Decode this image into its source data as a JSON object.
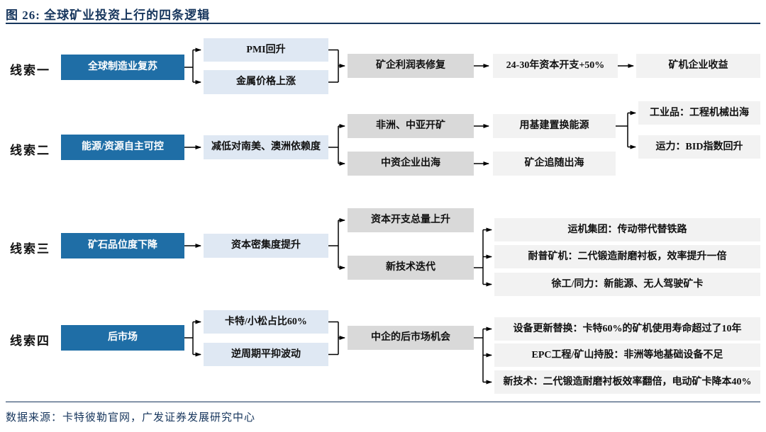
{
  "figure": {
    "title": "图 26: 全球矿业投资上行的四条逻辑",
    "source": "数据来源：卡特彼勒官网，广发证券发展研究中心"
  },
  "colors": {
    "title_navy": "#17365D",
    "root_blue": "#1F6EA6",
    "branch_light_blue": "#DFE8F3",
    "node_gray": "#D9D9D9",
    "node_light_gray": "#F2F2F2",
    "line_black": "#000000"
  },
  "rows": [
    {
      "label": "线索一",
      "root": "全球制造业复苏",
      "branches": [
        "PMI回升",
        "金属价格上涨"
      ],
      "mid": "矿企利润表修复",
      "then": "24-30年资本开支+50%",
      "outcome": "矿机企业收益"
    },
    {
      "label": "线索二",
      "root": "能源/资源自主可控",
      "step": "减低对南美、澳洲依赖度",
      "paths": [
        {
          "from": "非洲、中亚开矿",
          "to": "用基建置换能源",
          "outcomes": [
            "工业品：工程机械出海",
            "运力：BID指数回升"
          ]
        },
        {
          "from": "中资企业出海",
          "to": "矿企追随出海"
        }
      ]
    },
    {
      "label": "线索三",
      "root": "矿石品位度下降",
      "step": "资本密集度提升",
      "branches": [
        "资本开支总量上升",
        "新技术迭代"
      ],
      "outcomes": [
        "运机集团：传动带代替铁路",
        "耐普矿机：二代锻造耐磨衬板，效率提升一倍",
        "徐工/同力：新能源、无人驾驶矿卡"
      ]
    },
    {
      "label": "线索四",
      "root": "后市场",
      "branches": [
        "卡特/小松占比60%",
        "逆周期平抑波动"
      ],
      "mid": "中企的后市场机会",
      "outcomes": [
        "设备更新替换：卡特60%的矿机使用寿命超过了10年",
        "EPC工程/矿山持股：非洲等地基础设备不足",
        "新技术：二代锻造耐磨衬板效率翻倍，电动矿卡降本40%"
      ]
    }
  ]
}
